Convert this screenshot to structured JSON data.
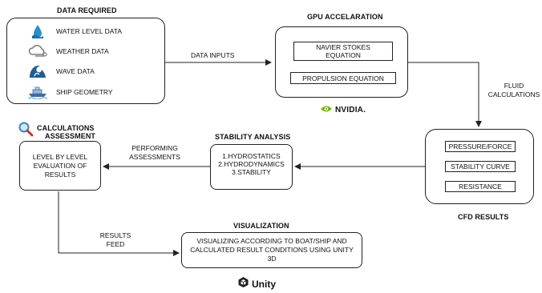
{
  "data_required": {
    "title": "DATA REQUIRED",
    "items": [
      {
        "label": "WATER LEVEL DATA",
        "icon": "water-drop-icon"
      },
      {
        "label": "WEATHER DATA",
        "icon": "weather-cloud-icon"
      },
      {
        "label": "WAVE DATA",
        "icon": "wave-icon"
      },
      {
        "label": "SHIP GEOMETRY",
        "icon": "ship-icon"
      }
    ]
  },
  "gpu": {
    "title": "GPU ACCELARATION",
    "box1": "NAVIER STOKES EQUATION",
    "box2": "PROPULSION EQUATION",
    "logo_text": "NVIDIA."
  },
  "cfd": {
    "title": "CFD RESULTS",
    "items": [
      "PRESSURE/FORCE",
      "STABILITY CURVE",
      "RESISTANCE"
    ]
  },
  "stability": {
    "title": "STABILITY ANALYSIS",
    "lines": [
      "1.HYDROSTATICS",
      "2.HYDRODYNAMICS",
      "3.STABILITY"
    ]
  },
  "calc": {
    "title_line1": "CALCULATIONS",
    "title_line2": "ASSESSMENT",
    "text": "LEVEL BY LEVEL EVALUATION OF RESULTS"
  },
  "visual": {
    "title": "VISUALIZATION",
    "text": "VISUALIZING ACCORDING TO BOAT/SHIP AND CALCULATED RESULT CONDITIONS USING UNITY 3D",
    "logo_text": "Unity"
  },
  "edges": {
    "data_inputs": "DATA INPUTS",
    "fluid_line1": "FLUID",
    "fluid_line2": "CALCULATIONS",
    "performing_line1": "PERFORMING",
    "performing_line2": "ASSESSMENTS",
    "results_line1": "RESULTS",
    "results_line2": "FEED"
  },
  "colors": {
    "line": "#222222",
    "nvidia_green": "#76b900",
    "water_blue": "#2a8fc9"
  }
}
